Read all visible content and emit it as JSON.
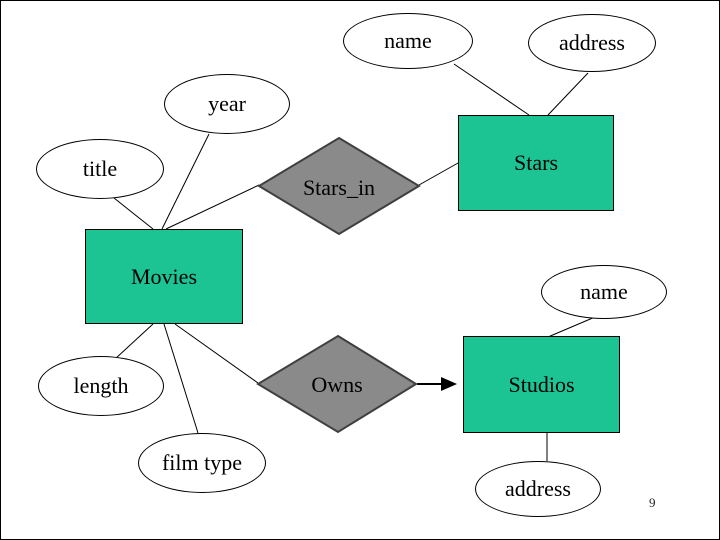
{
  "page_number": "9",
  "colors": {
    "entity_fill": "#1cc493",
    "relationship_fill": "#8a8a8a",
    "relationship_stroke": "#3f3f3f",
    "attribute_fill": "#ffffff",
    "line": "#000000"
  },
  "nodes": {
    "entity_movies": "Movies",
    "entity_stars": "Stars",
    "entity_studios": "Studios",
    "rel_stars_in": "Stars_in",
    "rel_owns": "Owns",
    "attr_name_stars": "name",
    "attr_address_stars": "address",
    "attr_year": "year",
    "attr_title": "title",
    "attr_length": "length",
    "attr_film_type": "film type",
    "attr_name_studios": "name",
    "attr_address_studios": "address"
  }
}
